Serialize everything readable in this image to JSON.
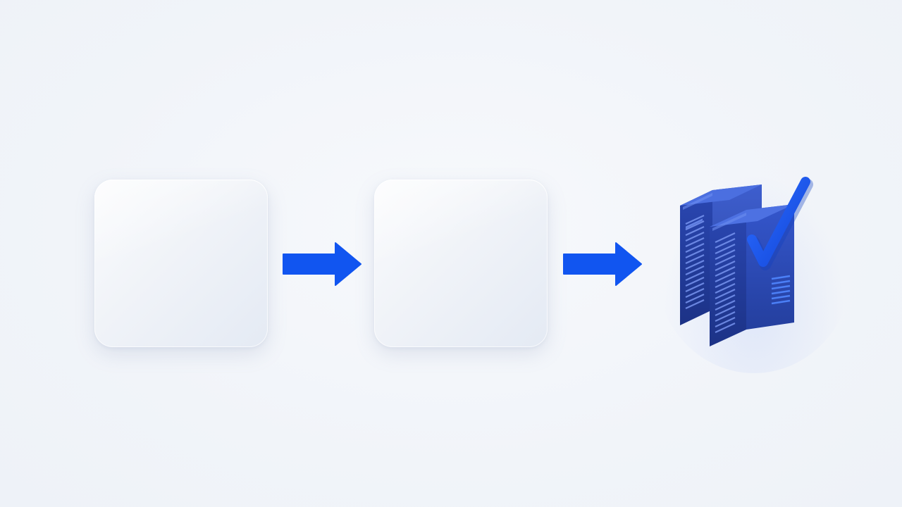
{
  "diagram": {
    "nodes": [
      {
        "id": "node-1",
        "kind": "empty-card"
      },
      {
        "id": "node-2",
        "kind": "empty-card"
      },
      {
        "id": "node-3",
        "kind": "server-with-checkmark",
        "icon": "server-check-icon"
      }
    ],
    "edges": [
      {
        "from": "node-1",
        "to": "node-2",
        "icon": "arrow-right-icon"
      },
      {
        "from": "node-2",
        "to": "node-3",
        "icon": "arrow-right-icon"
      }
    ]
  },
  "colors": {
    "accent": "#1155f0",
    "server_front": "#2b4fc4",
    "server_side": "#1f3aa0",
    "server_top": "#4b6fe0",
    "checkmark": "#1a5cf5",
    "card": "#eef2f8",
    "background": "#f3f6fa"
  }
}
